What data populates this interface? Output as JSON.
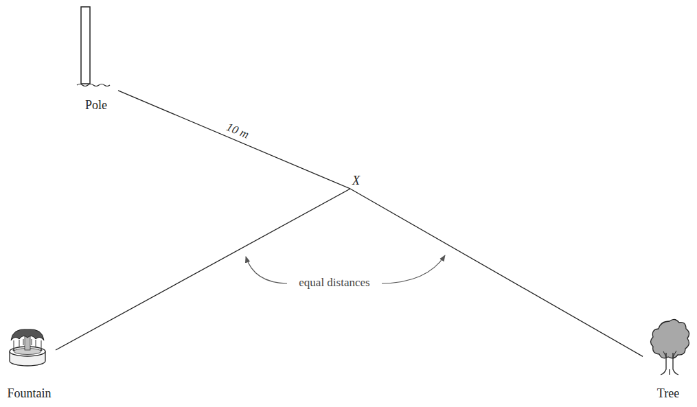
{
  "diagram": {
    "nodes": [
      {
        "text": [
          "Pole"
        ]
      },
      {
        "text": [
          "X"
        ]
      },
      {
        "text": [
          "Fountain"
        ]
      },
      {
        "text": [
          "Tree"
        ]
      }
    ],
    "edges": [
      {
        "from": 0,
        "to": 1,
        "arrow": "none",
        "label": "10 m"
      },
      {
        "from": 2,
        "to": 1,
        "arrow": "none"
      },
      {
        "from": 1,
        "to": 3,
        "arrow": "none"
      }
    ],
    "labels": [
      "equal distances"
    ]
  }
}
